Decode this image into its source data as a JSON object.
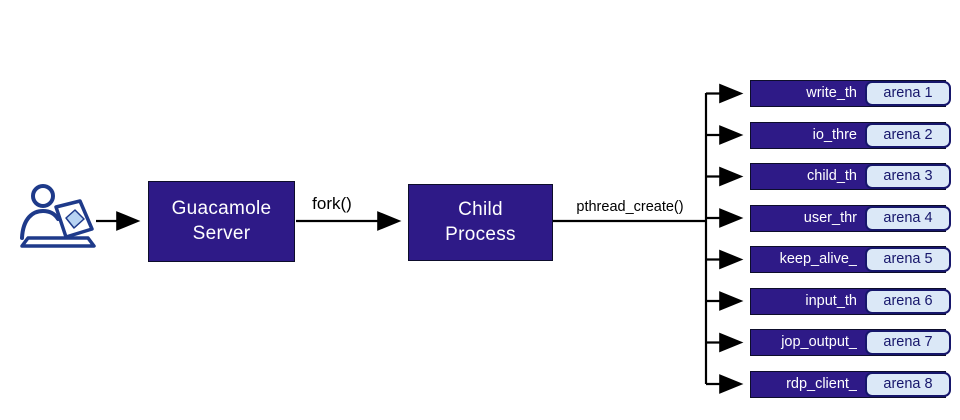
{
  "diagram": {
    "nodes": {
      "server": {
        "line1": "Guacamole",
        "line2": "Server"
      },
      "child": {
        "line1": "Child",
        "line2": "Process"
      }
    },
    "edges": {
      "fork_label": "fork()",
      "pthread_label": "pthread_create()"
    },
    "threads": [
      {
        "label": "write_th",
        "badge": "arena 1"
      },
      {
        "label": "io_thre",
        "badge": "arena 2"
      },
      {
        "label": "child_th",
        "badge": "arena 3"
      },
      {
        "label": "user_thr",
        "badge": "arena 4"
      },
      {
        "label": "keep_alive_",
        "badge": "arena 5"
      },
      {
        "label": "input_th",
        "badge": "arena 6"
      },
      {
        "label": "jop_output_",
        "badge": "arena 7"
      },
      {
        "label": "rdp_client_",
        "badge": "arena 8"
      }
    ],
    "colors": {
      "node_fill": "#2e1a87",
      "node_border": "#0d0d2b",
      "badge_fill": "#dbe8f7",
      "badge_border": "#16166b",
      "badge_text": "#16166b",
      "arrow": "#000000",
      "icon_blue": "#1e3a8a",
      "icon_diamond": "#b7d3f3"
    }
  }
}
